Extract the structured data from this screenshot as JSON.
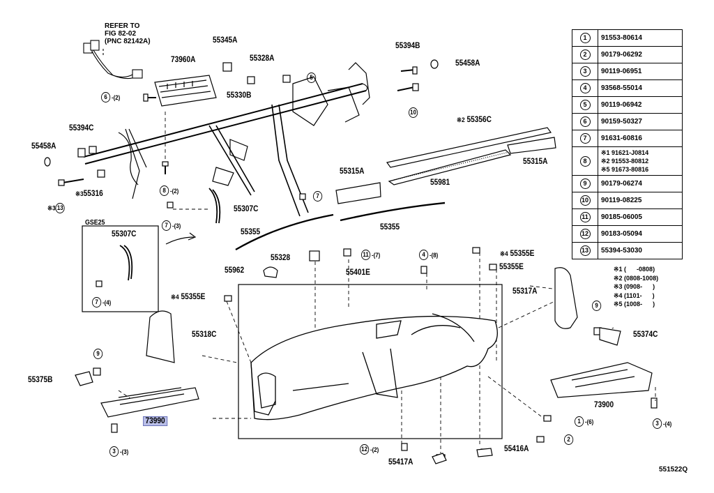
{
  "refer_note": [
    "REFER TO",
    "FIG 82-02",
    "(PNC 82142A)"
  ],
  "inset_label": "GSE25",
  "doc_id": "551522Q",
  "part_labels": {
    "p55345A": "55345A",
    "p55328A": "55328A",
    "p73960A": "73960A",
    "p55394B": "55394B",
    "p55458A_r": "55458A",
    "p55330B": "55330B",
    "p55394C": "55394C",
    "p55458A_l": "55458A",
    "p55316": "55316",
    "p55307C": "55307C",
    "p55307C_inset": "55307C",
    "p55356C": "55356C",
    "p55981": "55981",
    "p55315A_l": "55315A",
    "p55315A_r": "55315A",
    "p55355_l": "55355",
    "p55355_r": "55355",
    "p55328": "55328",
    "p55962": "55962",
    "p55401E": "55401E",
    "p55355E_top": "55355E",
    "p55355E_mid": "55355E",
    "p55355E_left": "55355E",
    "p55317A": "55317A",
    "p55318C": "55318C",
    "p55375B": "55375B",
    "p73990": "73990",
    "p55374C": "55374C",
    "p73900": "73900",
    "p55417A": "55417A",
    "p55416A": "55416A"
  },
  "marks": {
    "star2": "※2",
    "star3": "※3",
    "star4a": "※4",
    "star4b": "※4"
  },
  "callouts": {
    "c6_top": {
      "num": "6",
      "qty": "-(2)"
    },
    "c5_top": {
      "num": "5",
      "qty": ""
    },
    "c10": {
      "num": "10",
      "qty": ""
    },
    "c8": {
      "num": "8",
      "qty": "-(2)"
    },
    "c13": {
      "num": "13",
      "qty": ""
    },
    "c7_mid": {
      "num": "7",
      "qty": ""
    },
    "c7_left": {
      "num": "7",
      "qty": "-(3)"
    },
    "c7_inset": {
      "num": "7",
      "qty": "-(4)"
    },
    "c11": {
      "num": "11",
      "qty": "-(7)"
    },
    "c4": {
      "num": "4",
      "qty": "-(8)"
    },
    "c9_left": {
      "num": "9",
      "qty": ""
    },
    "c3_left": {
      "num": "3",
      "qty": "-(3)"
    },
    "c9_right": {
      "num": "9",
      "qty": ""
    },
    "c3_right": {
      "num": "3",
      "qty": "-(4)"
    },
    "c1": {
      "num": "1",
      "qty": "-(6)"
    },
    "c2": {
      "num": "2",
      "qty": ""
    },
    "c12": {
      "num": "12",
      "qty": "-(2)"
    }
  },
  "parts_table": [
    {
      "ref": "1",
      "lines": [
        "91553-80614"
      ]
    },
    {
      "ref": "2",
      "lines": [
        "90179-06292"
      ]
    },
    {
      "ref": "3",
      "lines": [
        "90119-06951"
      ]
    },
    {
      "ref": "4",
      "lines": [
        "93568-55014"
      ]
    },
    {
      "ref": "5",
      "lines": [
        "90119-06942"
      ]
    },
    {
      "ref": "6",
      "lines": [
        "90159-50327"
      ]
    },
    {
      "ref": "7",
      "lines": [
        "91631-60816"
      ]
    },
    {
      "ref": "8",
      "lines": [
        "※1 91621-J0814",
        "※2 91553-80812",
        "※5 91673-80816"
      ]
    },
    {
      "ref": "9",
      "lines": [
        "90179-06274"
      ]
    },
    {
      "ref": "10",
      "lines": [
        "90119-08225"
      ]
    },
    {
      "ref": "11",
      "lines": [
        "90185-06005"
      ]
    },
    {
      "ref": "12",
      "lines": [
        "90183-05094"
      ]
    },
    {
      "ref": "13",
      "lines": [
        "55394-53030"
      ]
    }
  ],
  "notes": [
    "※1 (      -0808)",
    "※2 (0808-1008)",
    "※3 (0908-      )",
    "※4 (1101-      )",
    "※5 (1008-      )"
  ]
}
